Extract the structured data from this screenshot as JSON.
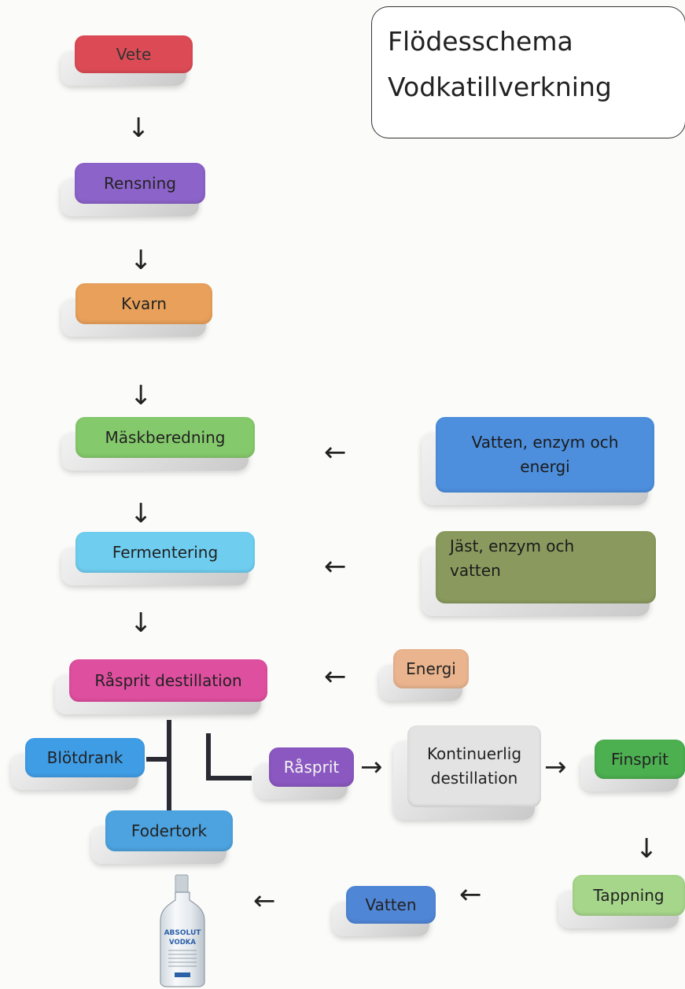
{
  "title": {
    "line1": "Flödesschema",
    "line2": "Vodkatillverkning"
  },
  "nodes": {
    "vete": "Vete",
    "rensning": "Rensning",
    "kvarn": "Kvarn",
    "maskberedning": "Mäskberedning",
    "fermentering": "Fermentering",
    "rasprit_destillation": "Råsprit destillation",
    "vatten_enzym_energi_1": "Vatten, enzym och",
    "vatten_enzym_energi_2": "energi",
    "jast_enzym_vatten_1": "Jäst, enzym och",
    "jast_enzym_vatten_2": "vatten",
    "energi": "Energi",
    "blotdrank": "Blötdrank",
    "fodertork": "Fodertork",
    "rasprit": "Råsprit",
    "kontinuerlig_1": "Kontinuerlig",
    "kontinuerlig_2": "destillation",
    "finsprit": "Finsprit",
    "tappning": "Tappning",
    "vatten": "Vatten"
  },
  "bottle_label": {
    "brand": "ABSOLUT",
    "product": "VODKA"
  },
  "colors": {
    "vete": "#dc4b55",
    "rensning": "#8c63c9",
    "kvarn": "#e8a05a",
    "maskberedning": "#84c96b",
    "fermentering": "#6fcdf0",
    "rasprit_destillation": "#de4f9f",
    "vatten_enzym_energi": "#4d8fdd",
    "jast_enzym_vatten": "#8a9a5e",
    "energi": "#e9b48e",
    "blotdrank": "#3f9de6",
    "fodertork": "#4ca3df",
    "rasprit": "#8a58c0",
    "kontinuerlig": "#e3e3e3",
    "finsprit": "#4caf50",
    "tappning": "#a6d68a",
    "vatten": "#4f86d6"
  }
}
